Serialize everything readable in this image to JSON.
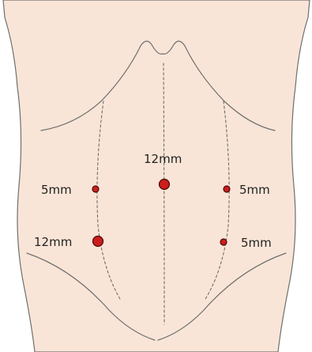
{
  "ports": [
    {
      "id": "umbilical",
      "label": "12mm",
      "size_mm": 12
    },
    {
      "id": "left-upper",
      "label": "5mm",
      "size_mm": 5
    },
    {
      "id": "right-upper",
      "label": "5mm",
      "size_mm": 5
    },
    {
      "id": "left-lower",
      "label": "12mm",
      "size_mm": 12
    },
    {
      "id": "right-lower",
      "label": "5mm",
      "size_mm": 5
    }
  ],
  "colors": {
    "skin": "#f9e5d7",
    "outline": "#6e6e6e",
    "port_fill": "#cc1d1d",
    "port_stroke": "#4a0a0a"
  }
}
